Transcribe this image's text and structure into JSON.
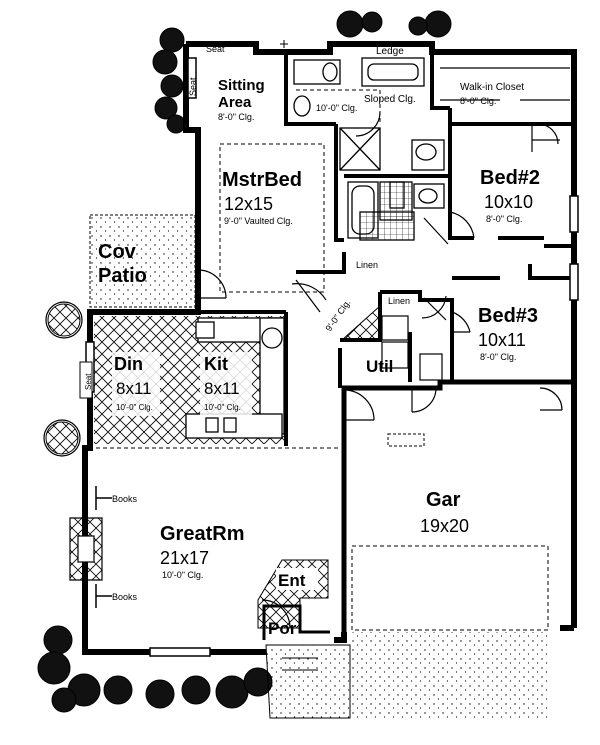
{
  "rooms": {
    "sitting": {
      "name": "Sitting",
      "name2": "Area",
      "ceiling": "8'-0\" Clg."
    },
    "master": {
      "name": "MstrBed",
      "size": "12x15",
      "ceiling": "9'-0\" Vaulted Clg."
    },
    "master_bath": {
      "ceiling": "10'-0\" Clg.",
      "note": "Sloped Clg."
    },
    "walkin": {
      "name": "Walk-in Closet",
      "ceiling": "8'-0\" Clg."
    },
    "bed2": {
      "name": "Bed#2",
      "size": "10x10",
      "ceiling": "8'-0\" Clg."
    },
    "bed3": {
      "name": "Bed#3",
      "size": "10x11",
      "ceiling": "8'-0\" Clg."
    },
    "patio": {
      "name": "Cov",
      "name2": "Patio"
    },
    "dining": {
      "name": "Din",
      "size": "8x11",
      "ceiling": "10'-0\" Clg."
    },
    "kitchen": {
      "name": "Kit",
      "size": "8x11",
      "ceiling": "10'-0\" Clg."
    },
    "utility": {
      "name": "Util"
    },
    "great": {
      "name": "GreatRm",
      "size": "21x17",
      "ceiling": "10'-0\" Clg."
    },
    "garage": {
      "name": "Gar",
      "size": "19x20"
    },
    "entry": {
      "name": "Ent"
    },
    "porch": {
      "name": "Por"
    },
    "hall": {
      "ceiling": "9'-0\" Clg."
    }
  },
  "labels": {
    "seat_top": "Seat",
    "seat_side": "Seat",
    "seat_din": "Seat",
    "ledge": "Ledge",
    "linen1": "Linen",
    "linen2": "Linen",
    "books_top": "Books",
    "books_bottom": "Books"
  },
  "colors": {
    "line": "#000000",
    "background": "#ffffff"
  }
}
